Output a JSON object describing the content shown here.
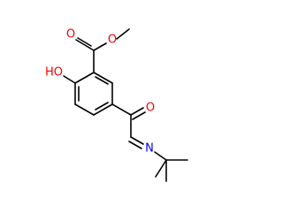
{
  "molecule": {
    "atoms": {
      "hydroxyl_oxygen": {
        "label": "HO",
        "color": "#ff0000"
      },
      "carbonyl_oxygen_ester": {
        "label": "O",
        "color": "#ff0000"
      },
      "ester_oxygen": {
        "label": "O",
        "color": "#ff0000"
      },
      "ketone_oxygen": {
        "label": "O",
        "color": "#ff0000"
      },
      "imine_nitrogen": {
        "label": "N",
        "color": "#0000ff"
      }
    }
  }
}
